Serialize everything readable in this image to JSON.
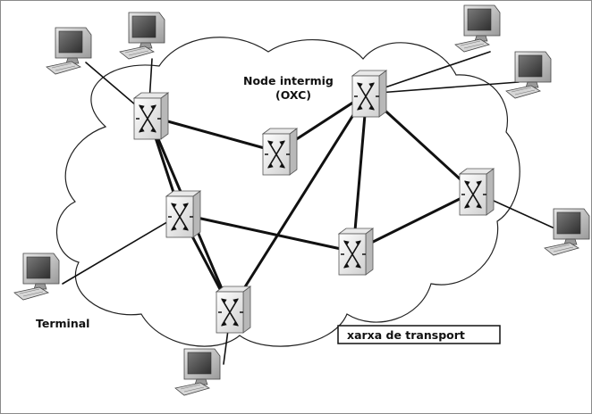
{
  "labels": {
    "node_line1": "Node intermig",
    "node_line2": "(OXC)",
    "terminal": "Terminal",
    "network": "xarxa de transport"
  },
  "colors": {
    "link": "#111111",
    "cloud_stroke": "#222222",
    "switch_body": "#e4e4e4",
    "switch_face": "#f4f4f4",
    "monitor_body": "#c9c9c9",
    "screen": "#4d4d4d"
  },
  "nodes": [
    {
      "id": "oxc-1",
      "type": "switch"
    },
    {
      "id": "oxc-2",
      "type": "switch"
    },
    {
      "id": "oxc-3",
      "type": "switch"
    },
    {
      "id": "oxc-4",
      "type": "switch"
    },
    {
      "id": "oxc-5",
      "type": "switch"
    },
    {
      "id": "oxc-6",
      "type": "switch"
    },
    {
      "id": "oxc-7",
      "type": "switch"
    },
    {
      "id": "oxc-8",
      "type": "switch"
    },
    {
      "id": "terminal-1",
      "type": "terminal"
    },
    {
      "id": "terminal-2",
      "type": "terminal"
    },
    {
      "id": "terminal-3",
      "type": "terminal"
    },
    {
      "id": "terminal-4",
      "type": "terminal"
    },
    {
      "id": "terminal-5",
      "type": "terminal"
    },
    {
      "id": "terminal-6",
      "type": "terminal"
    },
    {
      "id": "terminal-7",
      "type": "terminal"
    }
  ],
  "links": [
    [
      "oxc-1",
      "oxc-3"
    ],
    [
      "oxc-3",
      "oxc-2"
    ],
    [
      "oxc-2",
      "oxc-4"
    ],
    [
      "oxc-1",
      "oxc-5"
    ],
    [
      "oxc-1",
      "oxc-7"
    ],
    [
      "oxc-5",
      "oxc-7"
    ],
    [
      "oxc-5",
      "oxc-6"
    ],
    [
      "oxc-6",
      "oxc-4"
    ],
    [
      "oxc-2",
      "oxc-7"
    ],
    [
      "oxc-2",
      "oxc-6"
    ],
    [
      "terminal-1",
      "oxc-1"
    ],
    [
      "terminal-2",
      "oxc-1"
    ],
    [
      "terminal-3",
      "oxc-2"
    ],
    [
      "terminal-4",
      "oxc-2"
    ],
    [
      "terminal-5",
      "oxc-4"
    ],
    [
      "terminal-6",
      "oxc-5"
    ],
    [
      "terminal-7",
      "oxc-7"
    ]
  ]
}
